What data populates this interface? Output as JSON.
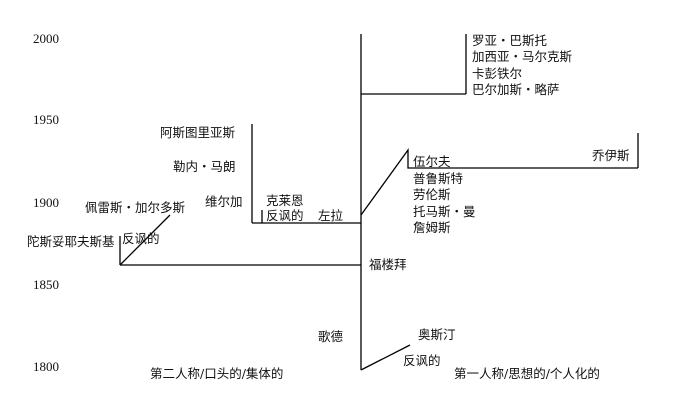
{
  "years": [
    "2000",
    "1950",
    "1900",
    "1850",
    "1800"
  ],
  "left_branch": {
    "upper_names": [
      "阿斯图里亚斯",
      "勒内・马朗",
      "维尔加"
    ],
    "cluster": {
      "klein": "克莱恩",
      "ironic": "反讽的",
      "zola": "左拉"
    },
    "lower": {
      "galdos": "佩雷斯・加尔多斯",
      "dostoevsky": "陀斯妥耶夫斯基",
      "ironic": "反讽的"
    }
  },
  "right_branch": {
    "top_names": [
      "罗亚・巴斯托",
      "加西亚・马尔克斯",
      "卡彭铁尔",
      "巴尔加斯・略萨"
    ],
    "middle_names": [
      "伍尔夫",
      "普鲁斯特",
      "劳伦斯",
      "托马斯・曼",
      "詹姆斯"
    ],
    "joyce": "乔伊斯"
  },
  "root": {
    "flaubert": "福楼拜",
    "goethe": "歌德",
    "austen": "奥斯汀",
    "ironic": "反讽的"
  },
  "captions": {
    "left": "第二人称/口头的/集体的",
    "right": "第一人称/思想的/个人化的"
  }
}
